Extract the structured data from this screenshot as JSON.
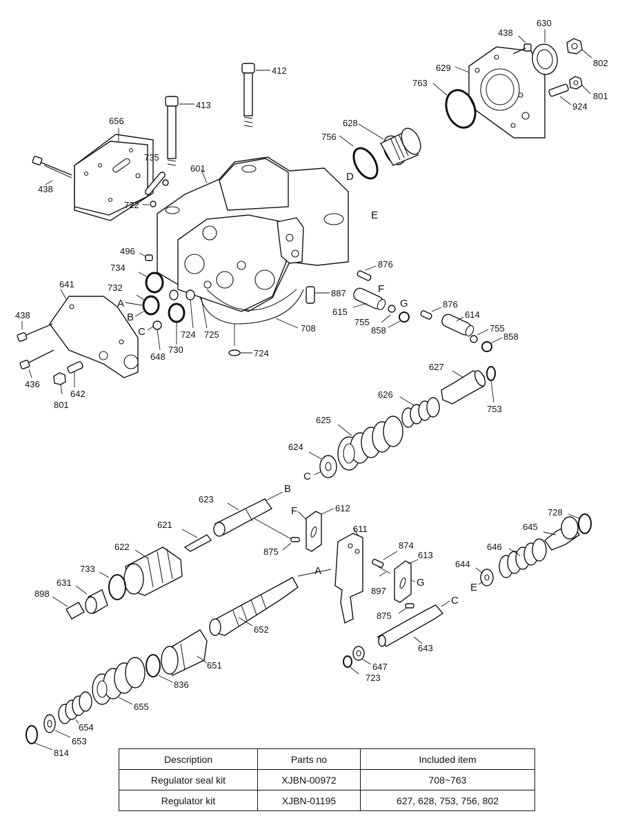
{
  "callouts": {
    "c412": "412",
    "c413": "413",
    "c656": "656",
    "c735": "735",
    "c601": "601",
    "c438a": "438",
    "c722": "722",
    "c628": "628",
    "c756": "756",
    "c438b": "438",
    "c630": "630",
    "c629": "629",
    "c763": "763",
    "c802": "802",
    "c801a": "801",
    "c924": "924",
    "c496": "496",
    "c734": "734",
    "c732": "732",
    "c641": "641",
    "c876a": "876",
    "c887": "887",
    "c615": "615",
    "c755a": "755",
    "c858a": "858",
    "c876b": "876",
    "c614": "614",
    "c755b": "755",
    "c858b": "858",
    "c438c": "438",
    "c648": "648",
    "c730": "730",
    "c724a": "724",
    "c725": "725",
    "c708": "708",
    "c724b": "724",
    "c436": "436",
    "c642": "642",
    "c801b": "801",
    "c627": "627",
    "c753": "753",
    "c626": "626",
    "c625": "625",
    "c624": "624",
    "c623": "623",
    "c612": "612",
    "c611": "611",
    "c621": "621",
    "c875a": "875",
    "c874": "874",
    "c613": "613",
    "c622": "622",
    "c733": "733",
    "c728": "728",
    "c645": "645",
    "c646": "646",
    "c644": "644",
    "c631": "631",
    "c898": "898",
    "c897": "897",
    "c652": "652",
    "c875b": "875",
    "c643": "643",
    "c651": "651",
    "c647": "647",
    "c723": "723",
    "c836": "836",
    "c655": "655",
    "c654": "654",
    "c653": "653",
    "c814": "814"
  },
  "letters": {
    "D": "D",
    "E": "E",
    "F1": "F",
    "G1": "G",
    "A1": "A",
    "B1": "B",
    "C1": "C",
    "C2": "C",
    "B2": "B",
    "F2": "F",
    "A2": "A",
    "G2": "G",
    "E2": "E",
    "C3": "C"
  },
  "table": {
    "headers": [
      "Description",
      "Parts no",
      "Included item"
    ],
    "rows": [
      [
        "Regulator seal kit",
        "XJBN-00972",
        "708~763"
      ],
      [
        "Regulator kit",
        "XJBN-01195",
        "627, 628, 753, 756, 802"
      ]
    ]
  }
}
